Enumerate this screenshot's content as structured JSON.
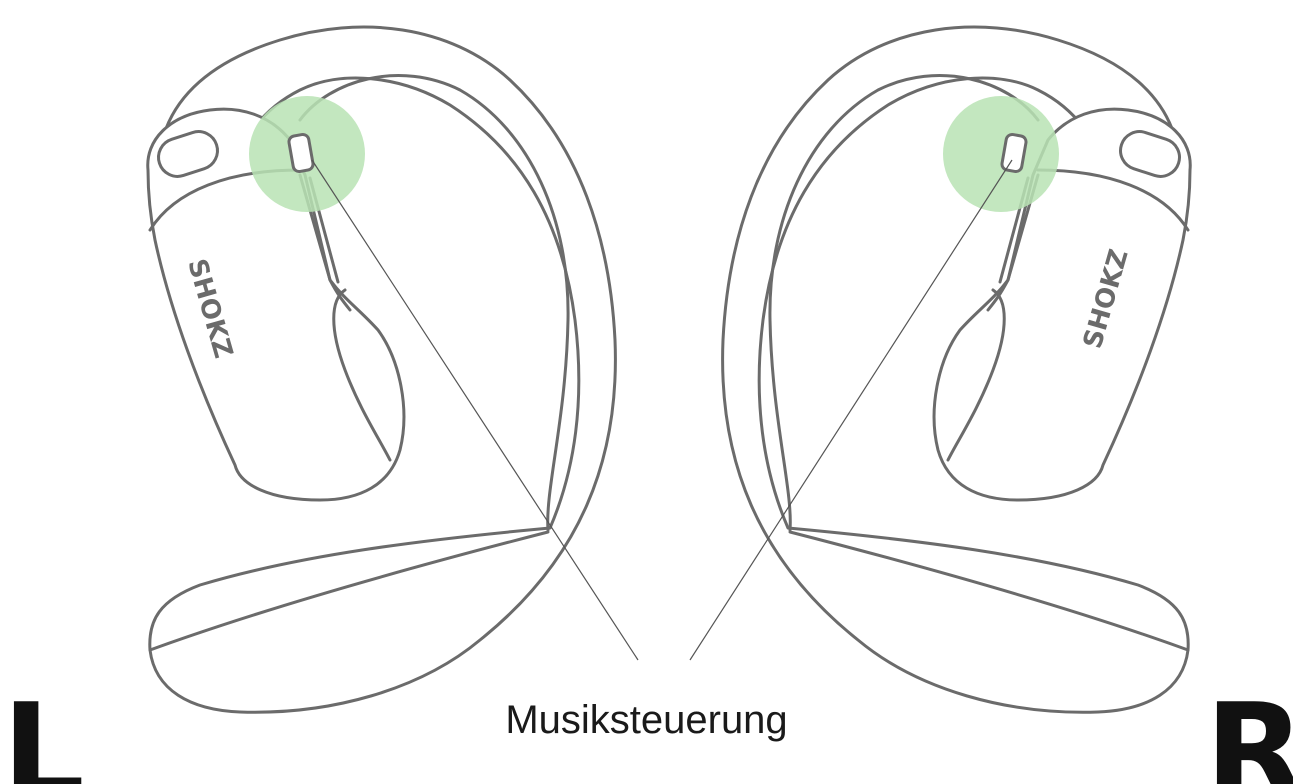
{
  "diagram": {
    "caption": "Musiksteuerung",
    "left_label": "L",
    "right_label": "R",
    "brand_text": "SHOKZ",
    "highlight_color": "#b9e3b4",
    "outline_color": "#6b6b6b"
  }
}
